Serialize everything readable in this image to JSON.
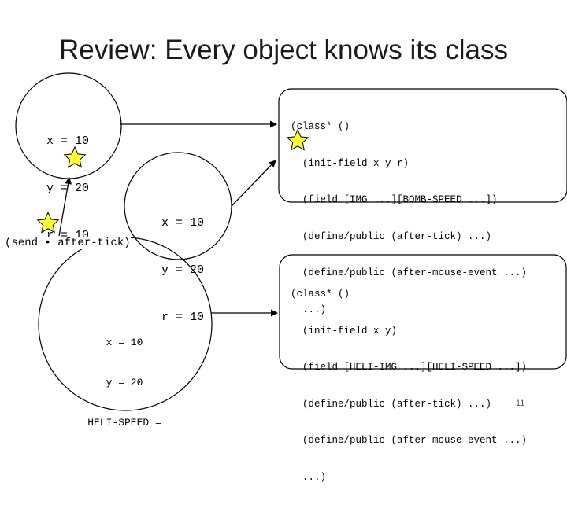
{
  "slide": {
    "title": "Review: Every object knows its class",
    "page_number": "11"
  },
  "bomb_object": {
    "lines": [
      "x = 10",
      "y = 20",
      "r = 10"
    ]
  },
  "middle_object": {
    "lines": [
      "x = 10",
      "y = 20",
      "r = 10"
    ]
  },
  "heli_object": {
    "lines": [
      "x = 10",
      "y = 20",
      "HELI-SPEED ="
    ]
  },
  "send_call": {
    "label": "(send • after-tick)"
  },
  "bomb_class": {
    "lines": [
      "(class* ()",
      "  (init-field x y r)",
      "  (field [IMG ...][BOMB-SPEED ...])",
      "  (define/public (after-tick) ...)",
      "  (define/public (after-mouse-event ...)",
      "  ...)"
    ]
  },
  "heli_class": {
    "lines": [
      "(class* ()",
      "  (init-field x y)",
      "  (field [HELI-IMG ...][HELI-SPEED ...])",
      "  (define/public (after-tick) ...)",
      "  (define/public (after-mouse-event ...)",
      "  ...)"
    ]
  },
  "colors": {
    "star_fill": "#ffff33",
    "stroke": "#000000"
  },
  "icons": {
    "star": "star-icon"
  }
}
